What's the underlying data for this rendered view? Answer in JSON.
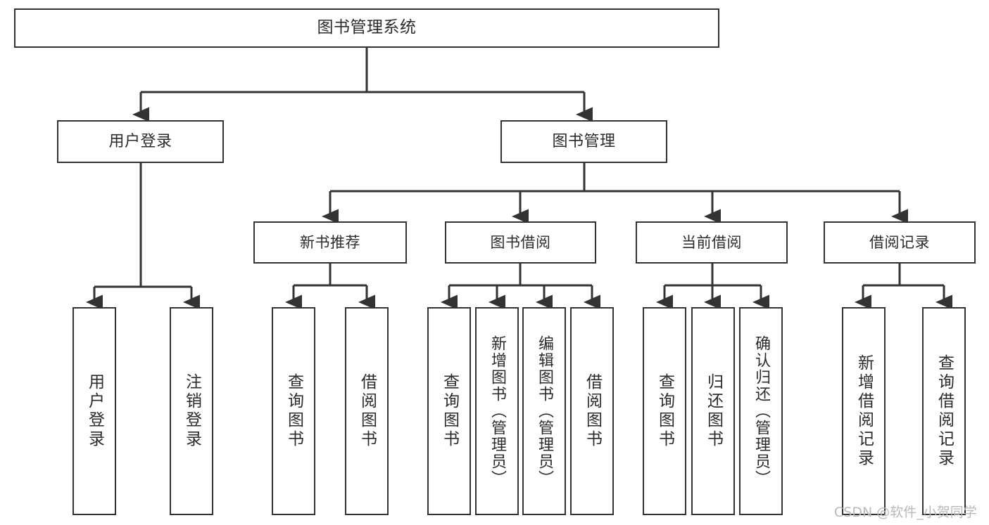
{
  "diagram": {
    "type": "tree",
    "title": "图书管理系统",
    "orientation": "top-down",
    "colors": {
      "box_border": "#333333",
      "box_fill": "#ffffff",
      "connector": "#333333",
      "text": "#2b2b2b",
      "watermark": "#b9b9b9",
      "background": "#ffffff"
    },
    "root": {
      "label": "图书管理系统"
    },
    "level1": [
      {
        "label": "用户登录"
      },
      {
        "label": "图书管理"
      }
    ],
    "level2": [
      {
        "label": "新书推荐"
      },
      {
        "label": "图书借阅"
      },
      {
        "label": "当前借阅"
      },
      {
        "label": "借阅记录"
      }
    ],
    "leaves": {
      "user_login": [
        {
          "label": "用户登录"
        },
        {
          "label": "注销登录"
        }
      ],
      "new_book": [
        {
          "label": "查询图书"
        },
        {
          "label": "借阅图书"
        }
      ],
      "book_borrow": [
        {
          "label": "查询图书"
        },
        {
          "label": "新增图书（管理员）"
        },
        {
          "label": "编辑图书（管理员）"
        },
        {
          "label": "借阅图书"
        }
      ],
      "current_borrow": [
        {
          "label": "查询图书"
        },
        {
          "label": "归还图书"
        },
        {
          "label": "确认归还（管理员）"
        }
      ],
      "borrow_record": [
        {
          "label": "新增借阅记录"
        },
        {
          "label": "查询借阅记录"
        }
      ]
    }
  },
  "watermark": {
    "text": "CSDN @软件_小贺同学"
  }
}
